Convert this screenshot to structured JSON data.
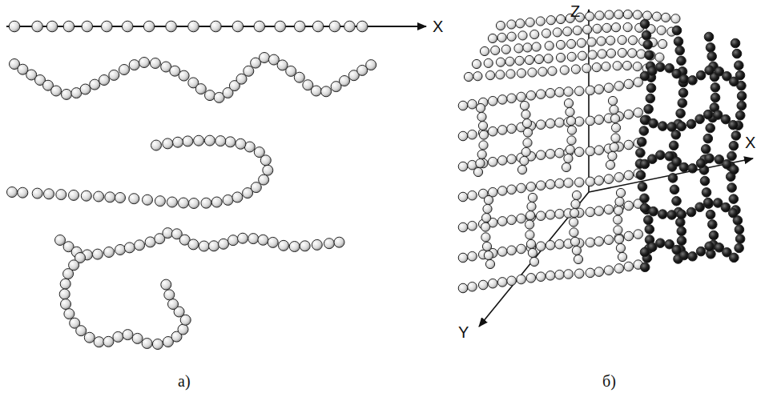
{
  "diagram": {
    "labels": [
      "X",
      "Z",
      "X",
      "Y",
      "а)",
      "б)"
    ]
  }
}
